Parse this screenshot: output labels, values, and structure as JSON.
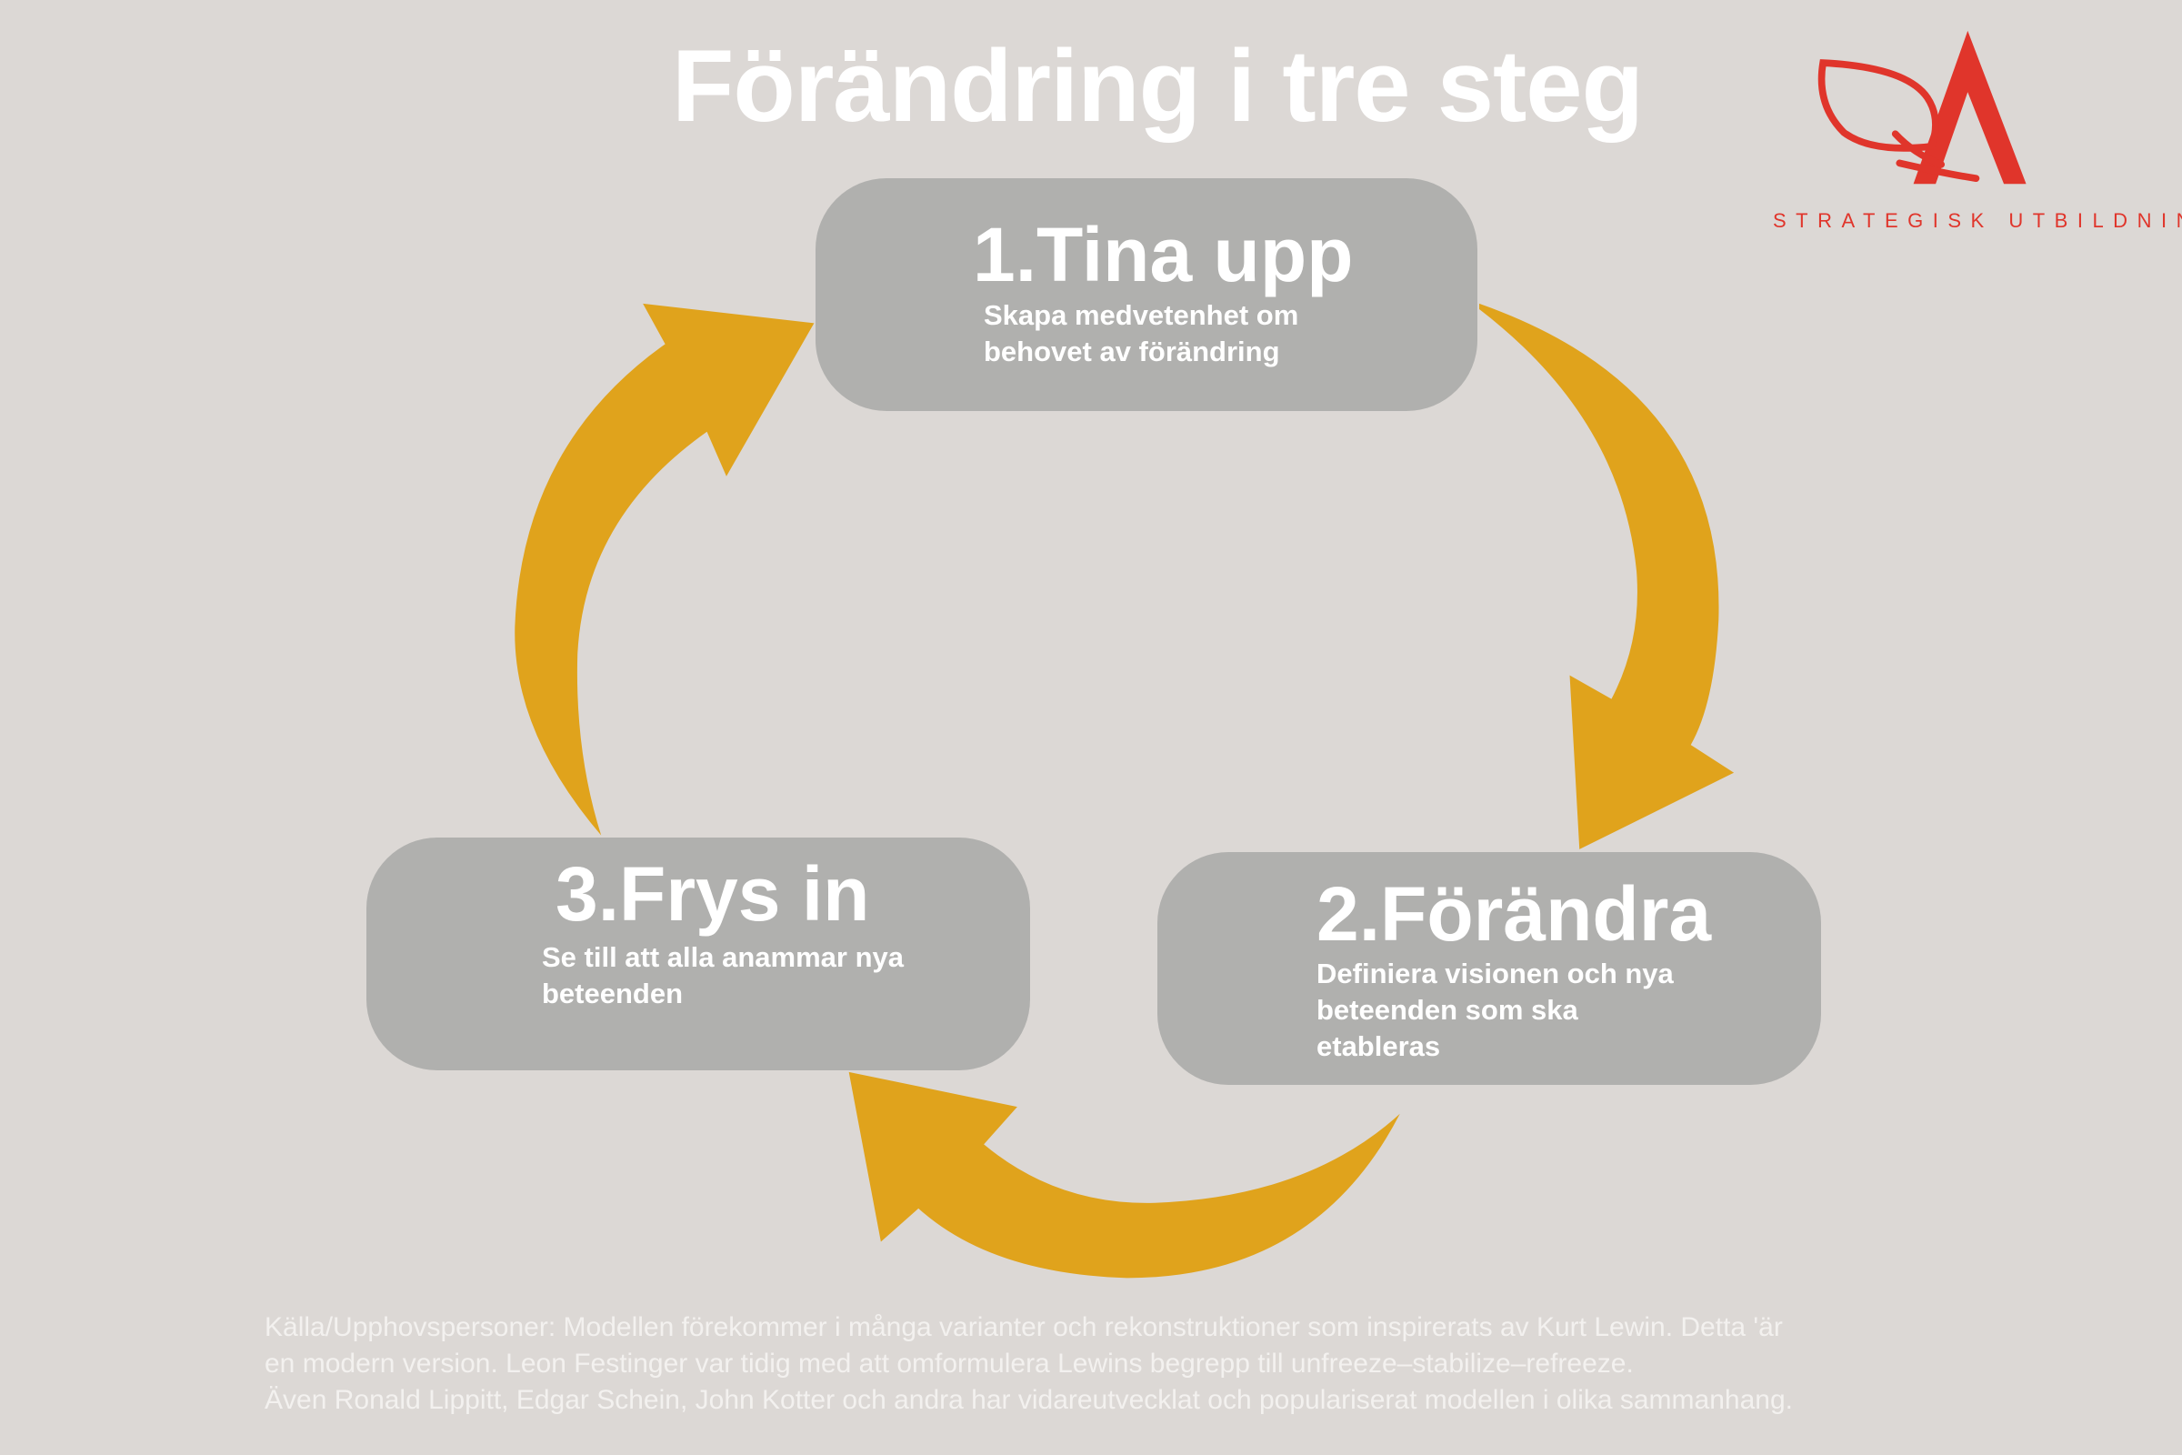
{
  "title": "Förändring i tre steg",
  "logo": {
    "brand_text": "STRATEGISK UTBILDNING",
    "color": "#e0352b"
  },
  "steps": [
    {
      "heading": "1.Tina upp",
      "description": "Skapa medvetenhet om\nbehovet av förändring"
    },
    {
      "heading": "2.Förändra",
      "description": "Definiera visionen och nya\nbeteenden som ska\netableras"
    },
    {
      "heading": "3.Frys in",
      "description": " Se till att alla anammar nya\nbeteenden"
    }
  ],
  "footer": {
    "lines": [
      "Källa/Upphovspersoner: Modellen förekommer i många varianter och rekonstruktioner som inspirerats av Kurt Lewin. Detta 'är",
      "en modern version. Leon Festinger var tidig med att omformulera Lewins begrepp till unfreeze–stabilize–refreeze.",
      "Även Ronald Lippitt, Edgar Schein, John Kotter och andra har vidareutvecklat och populariserat modellen i olika sammanhang."
    ]
  },
  "colors": {
    "background": "#dcd8d5",
    "box": "#b0b0ae",
    "arrow": "#e0a31c"
  }
}
